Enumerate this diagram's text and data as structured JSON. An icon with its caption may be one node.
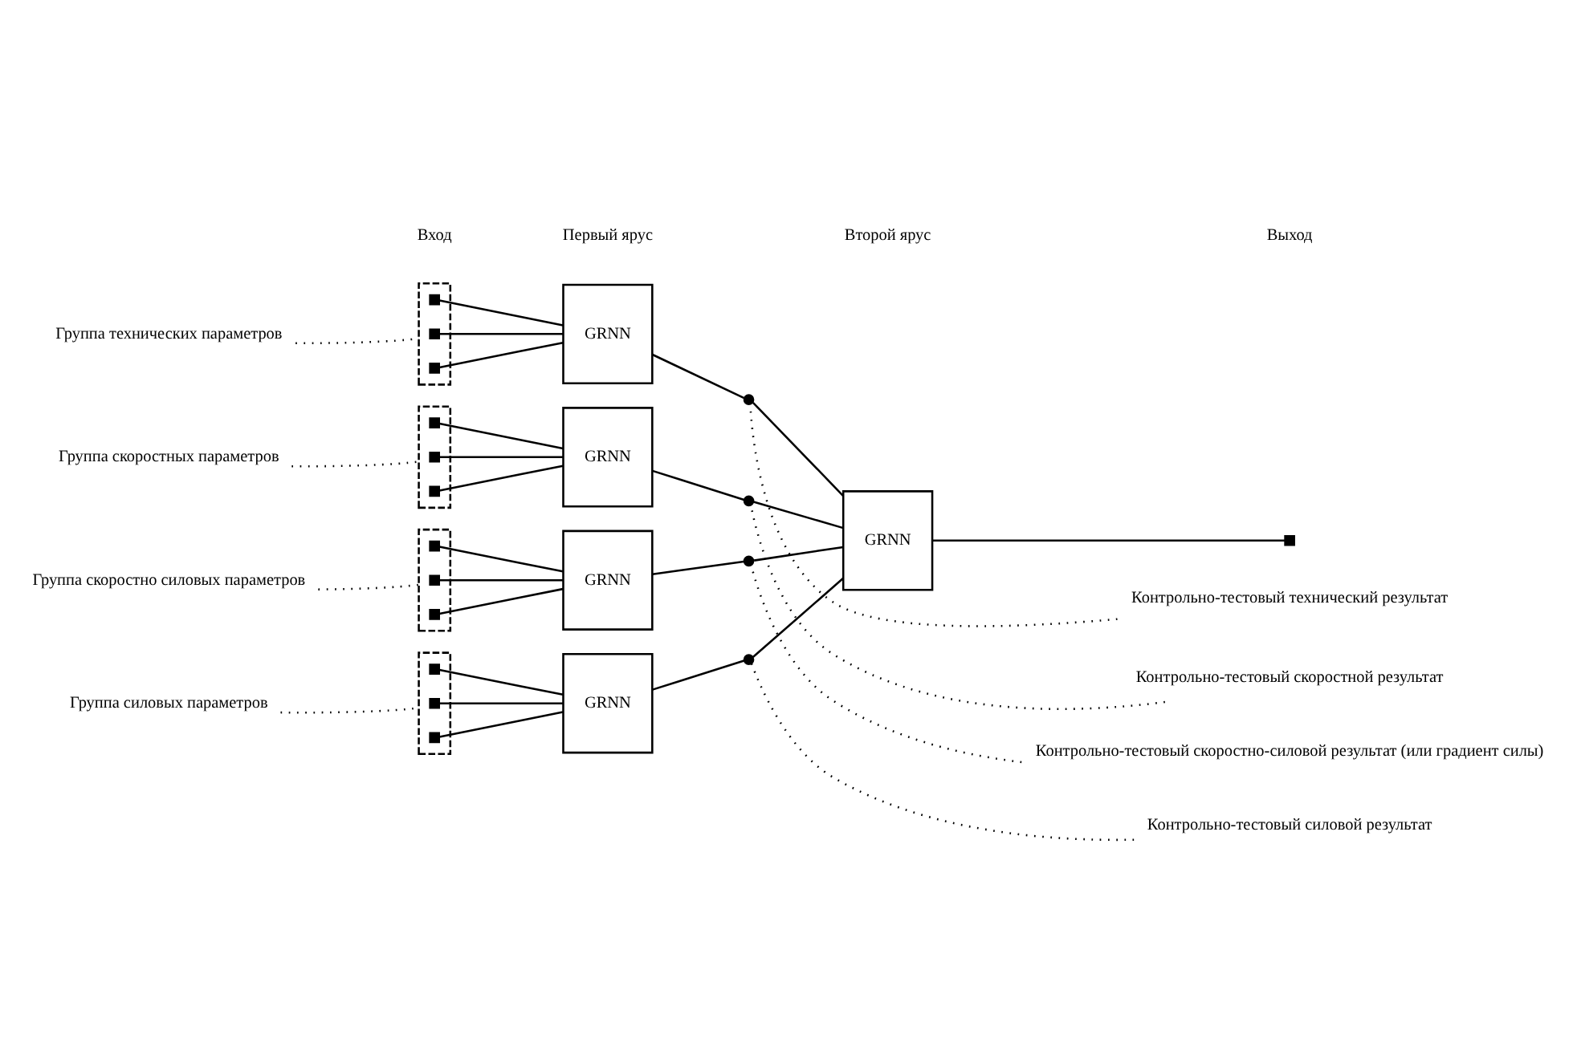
{
  "diagram": {
    "nodes": [
      {
        "text": [
          "Группа технических параметров"
        ]
      },
      {
        "text": [],
        "shape": "box"
      },
      {
        "text": [],
        "shape": "box",
        "in": 1
      },
      {
        "text": [],
        "shape": "box",
        "in": 1
      },
      {
        "text": [],
        "shape": "box",
        "in": 1
      },
      {
        "text": [
          "Группа скоростных параметров"
        ]
      },
      {
        "text": [],
        "shape": "box"
      },
      {
        "text": [],
        "shape": "box",
        "in": 6
      },
      {
        "text": [],
        "shape": "box",
        "in": 6
      },
      {
        "text": [],
        "shape": "box",
        "in": 6
      },
      {
        "text": [
          "Группа скоростно силовых параметров"
        ]
      },
      {
        "text": [],
        "shape": "box"
      },
      {
        "text": [],
        "shape": "box",
        "in": 11
      },
      {
        "text": [],
        "shape": "box",
        "in": 11
      },
      {
        "text": [],
        "shape": "box",
        "in": 11
      },
      {
        "text": [
          "Группа силовых параметров"
        ]
      },
      {
        "text": [],
        "shape": "box"
      },
      {
        "text": [],
        "shape": "box",
        "in": 16
      },
      {
        "text": [],
        "shape": "box",
        "in": 16
      },
      {
        "text": [],
        "shape": "box",
        "in": 16
      },
      {
        "text": [
          "GRNN"
        ]
      },
      {
        "text": [
          "GRNN"
        ]
      },
      {
        "text": [
          "GRNN"
        ]
      },
      {
        "text": [
          "GRNN"
        ]
      },
      {
        "text": [
          "GRNN"
        ]
      },
      {
        "text": [],
        "shape": "box"
      },
      {
        "text": [],
        "shape": "circle"
      },
      {
        "text": [],
        "shape": "circle"
      },
      {
        "text": [],
        "shape": "circle"
      },
      {
        "text": [],
        "shape": "circle"
      },
      {
        "text": [
          "Контрольно-тестовый технический результат"
        ]
      },
      {
        "text": [
          "Контрольно-тестовый скоростной результат"
        ]
      },
      {
        "text": [
          "Контрольно-тестовый скоростно-силовой результат (или градиент силы)"
        ]
      },
      {
        "text": [
          "Контрольно-тестовый силовой результат"
        ]
      }
    ],
    "edges": [
      {
        "from": 0,
        "to": 1,
        "arrow": "none",
        "style": "dashed"
      },
      {
        "from": 2,
        "to": 20,
        "arrow": "none"
      },
      {
        "from": 3,
        "to": 20,
        "arrow": "none"
      },
      {
        "from": 4,
        "to": 20,
        "arrow": "none"
      },
      {
        "from": 5,
        "to": 6,
        "arrow": "none",
        "style": "dashed"
      },
      {
        "from": 7,
        "to": 21,
        "arrow": "none"
      },
      {
        "from": 8,
        "to": 21,
        "arrow": "none"
      },
      {
        "from": 9,
        "to": 21,
        "arrow": "none"
      },
      {
        "from": 10,
        "to": 11,
        "arrow": "none",
        "style": "dashed"
      },
      {
        "from": 12,
        "to": 22,
        "arrow": "none"
      },
      {
        "from": 13,
        "to": 22,
        "arrow": "none"
      },
      {
        "from": 14,
        "to": 22,
        "arrow": "none"
      },
      {
        "from": 15,
        "to": 16,
        "arrow": "none",
        "style": "dashed"
      },
      {
        "from": 17,
        "to": 23,
        "arrow": "none"
      },
      {
        "from": 18,
        "to": 23,
        "arrow": "none"
      },
      {
        "from": 19,
        "to": 23,
        "arrow": "none"
      },
      {
        "from": 20,
        "to": 26,
        "arrow": "none"
      },
      {
        "from": 26,
        "to": 24,
        "arrow": "none"
      },
      {
        "from": 21,
        "to": 27,
        "arrow": "none"
      },
      {
        "from": 27,
        "to": 24,
        "arrow": "none"
      },
      {
        "from": 22,
        "to": 28,
        "arrow": "none"
      },
      {
        "from": 28,
        "to": 24,
        "arrow": "none"
      },
      {
        "from": 23,
        "to": 29,
        "arrow": "none"
      },
      {
        "from": 29,
        "to": 24,
        "arrow": "none"
      },
      {
        "from": 24,
        "to": 25,
        "arrow": "none"
      },
      {
        "from": 30,
        "to": 26,
        "arrow": "none",
        "style": "dashed"
      },
      {
        "from": 31,
        "to": 27,
        "arrow": "none",
        "style": "dashed"
      },
      {
        "from": 32,
        "to": 28,
        "arrow": "none",
        "style": "dashed"
      },
      {
        "from": 33,
        "to": 29,
        "arrow": "none",
        "style": "dashed"
      }
    ],
    "labels": [
      "Вход",
      "Первый ярус",
      "Второй ярус",
      "Выход"
    ]
  }
}
